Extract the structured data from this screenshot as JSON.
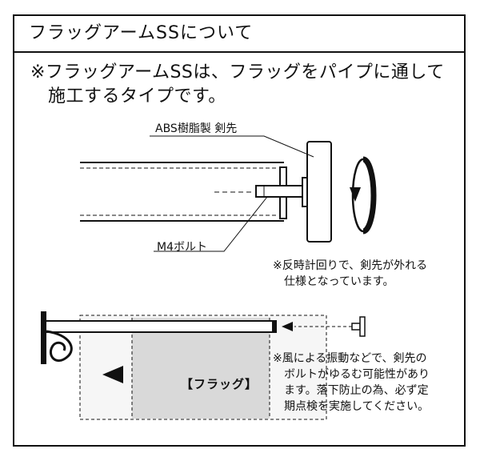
{
  "header": {
    "title": "フラッグアームSSについて"
  },
  "lead": {
    "line1": "※フラッグアームSSは、フラッグをパイプに通して",
    "line2": "施工するタイプです。"
  },
  "labels": {
    "abs_tip": "ABS樹脂製 剣先",
    "m4_bolt": "M4ボルト",
    "flag": "【フラッグ】"
  },
  "notes": {
    "rotate": {
      "line1": "※反時計回りで、剣先が外れる",
      "line2": "仕様となっています。"
    },
    "wind": {
      "line1": "※風による振動などで、剣先の",
      "line2": "ボルトがゆるむ可能性があり",
      "line3": "ます。落下防止の為、必ず定",
      "line4": "期点検を実施してください。"
    }
  },
  "colors": {
    "ink": "#111111",
    "flag_fill": "#d9d9d9",
    "panel_fill": "#f2f2f2"
  }
}
